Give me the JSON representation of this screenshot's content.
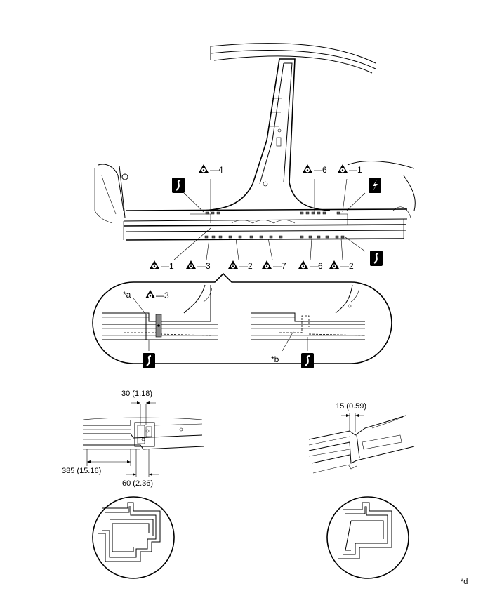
{
  "callouts": {
    "top_left": "4",
    "top_mid": "6",
    "top_right": "1",
    "bottom_1": "1",
    "bottom_2": "3",
    "bottom_3": "2",
    "bottom_4": "7",
    "bottom_5": "6",
    "bottom_6": "2",
    "detail": "3"
  },
  "detail_labels": {
    "a": "*a",
    "b": "*b"
  },
  "dimensions": {
    "d1": "30 (1.18)",
    "d2": "385 (15.16)",
    "d3": "60 (2.36)",
    "d4": "15 (0.59)"
  },
  "footer_label": "*d",
  "icons": {
    "weld_point": "spot-weld-icon",
    "cut_wavy": "wavy-cut-icon",
    "cut_bolt": "zigzag-cut-icon"
  },
  "colors": {
    "line": "#000000",
    "weld_fill": "#666666",
    "background": "#ffffff"
  }
}
